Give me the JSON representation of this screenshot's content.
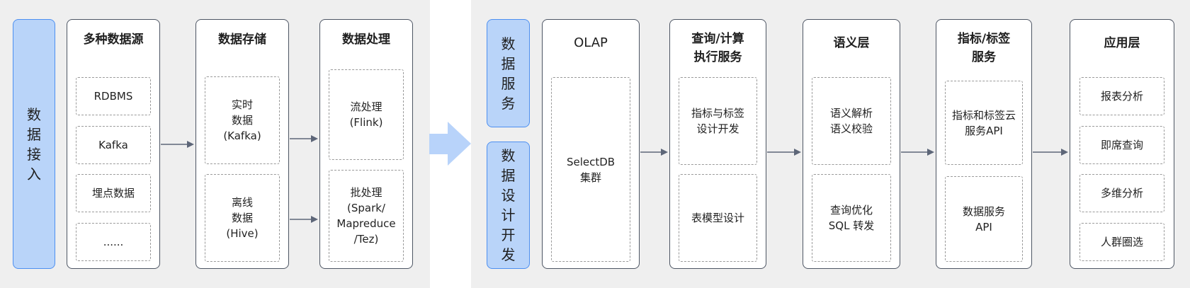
{
  "left": {
    "side_label": "数据接入",
    "sources": {
      "title": "多种数据源",
      "items": [
        "RDBMS",
        "Kafka",
        "埋点数据",
        "......"
      ]
    },
    "storage": {
      "title": "数据存储",
      "items": [
        "实时\n数据\n(Kafka)",
        "离线\n数据\n(Hive)"
      ]
    },
    "processing": {
      "title": "数据处理",
      "items": [
        "流处理\n(Flink)",
        "批处理\n(Spark/\nMapreduce\n/Tez)"
      ]
    }
  },
  "right": {
    "side_labels": [
      "数据服务",
      "数据设计开发"
    ],
    "columns": [
      {
        "title": "OLAP",
        "items": [
          "SelectDB\n集群"
        ]
      },
      {
        "title": "查询/计算\n执行服务",
        "items": [
          "指标与标签\n设计开发",
          "表模型设计"
        ]
      },
      {
        "title": "语义层",
        "items": [
          "语义解析\n语义校验",
          "查询优化\nSQL 转发"
        ]
      },
      {
        "title": "指标/标签\n服务",
        "items": [
          "指标和标签云\n服务API",
          "数据服务\nAPI"
        ]
      },
      {
        "title": "应用层",
        "items": [
          "报表分析",
          "即席查询",
          "多维分析",
          "人群圈选"
        ]
      }
    ]
  },
  "colors": {
    "panel_bg": "#efefef",
    "box_border": "#4d5563",
    "side_fill": "#b9d4f9",
    "side_border": "#4d8ff0",
    "big_arrow": "#b8d3fa",
    "arrow": "#5d6678"
  }
}
